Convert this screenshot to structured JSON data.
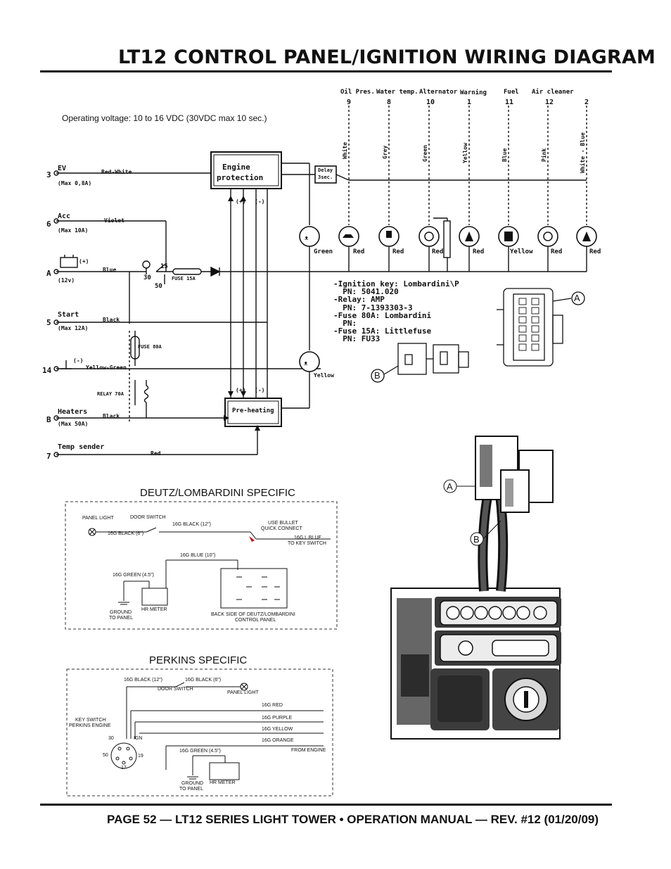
{
  "page_title": "LT12 CONTROL PANEL/IGNITION WIRING DIAGRAM",
  "footer": "PAGE 52 — LT12 SERIES LIGHT TOWER • OPERATION MANUAL — REV. #12 (01/20/09)",
  "main_diagram": {
    "operating_voltage": "Operating voltage: 10 to 16 VDC  (30VDC max 10 sec.)",
    "indicators": [
      {
        "label": "Oil Pres.",
        "num": "9",
        "wire": "White",
        "lamp": "Red"
      },
      {
        "label": "Water temp.",
        "num": "8",
        "wire": "Grey",
        "lamp": "Red"
      },
      {
        "label": "Alternator",
        "num": "10",
        "wire": "Green",
        "lamp": "Red"
      },
      {
        "label": "Warning",
        "num": "1",
        "wire": "Yellow",
        "lamp": "Red"
      },
      {
        "label": "Fuel",
        "num": "11",
        "wire": "Blue",
        "lamp": "Yellow"
      },
      {
        "label": "Air cleaner",
        "num": "12",
        "wire": "Pink",
        "lamp": "Red"
      },
      {
        "label": "",
        "num": "2",
        "wire": "White - Blue",
        "lamp": "Red"
      }
    ],
    "terminals": [
      {
        "num": "3",
        "name": "EV",
        "rating": "(Max 0,8A)",
        "wire": "Red-White"
      },
      {
        "num": "6",
        "name": "Acc",
        "rating": "(Max 10A)",
        "wire": "Violet"
      },
      {
        "num": "A",
        "name": "(+)",
        "rating": "(12v)",
        "wire": "Blue"
      },
      {
        "num": "5",
        "name": "Start",
        "rating": "(Max 12A)",
        "wire": "Black"
      },
      {
        "num": "14",
        "name": "(-)",
        "rating": "",
        "wire": "Yellow-Green"
      },
      {
        "num": "B",
        "name": "Heaters",
        "rating": "(Max 50A)",
        "wire": "Black"
      },
      {
        "num": "7",
        "name": "Temp sender",
        "rating": "",
        "wire": "Red"
      }
    ],
    "engine_protection_1": "Engine",
    "engine_protection_2": "protection",
    "delay_1": "Delay",
    "delay_2": "3sec.",
    "plus": "(+)",
    "minus": "(-)",
    "preheat_lamp_color": "Green",
    "preheat_lamp2_color": "Yellow",
    "pre_heating": "Pre-heating",
    "switch_15": "15",
    "switch_30": "30",
    "switch_50": "50",
    "fuse15": "FUSE 15A",
    "fuse80": "FUSE 80A",
    "relay": "RELAY 70A",
    "parts": [
      "-Ignition key: Lombardini\\P",
      "  PN: 5041.020",
      "-Relay: AMP",
      "  PN: 7-1393303-3",
      "-Fuse 80A: Lombardini",
      "  PN:",
      "-Fuse 15A: Littlefuse",
      "  PN: FU33"
    ],
    "callout_a": "A",
    "callout_b": "B"
  },
  "deutz": {
    "title": "DEUTZ/LOMBARDINI SPECIFIC",
    "panel_light": "PANEL LIGHT",
    "door_switch": "DOOR SWITCH",
    "black12": "16G BLACK (12\")",
    "black6": "16G BLACK (6\")",
    "bullet_1": "USE BULLET",
    "bullet_2": "QUICK CONNECT",
    "lblue_1": "16G L BLUE",
    "lblue_2": "TO KEY SWITCH",
    "blue10": "16G BLUE (10\")",
    "green45": "16G GREEN (4.5\")",
    "ground_1": "GROUND",
    "ground_2": "TO PANEL",
    "hr_meter": "HR METER",
    "back_1": "BACK SIDE OF DEUTZ/LOMBARDINI",
    "back_2": "CONTROL PANEL"
  },
  "perkins": {
    "title": "PERKINS SPECIFIC",
    "black12": "16G BLACK (12\")",
    "black6": "16G BLACK (6\")",
    "door_switch": "DOOR SWITCH",
    "panel_light": "PANEL LIGHT",
    "red": "16G RED",
    "purple": "16G PURPLE",
    "yellow": "16G YELLOW",
    "orange": "16G ORANGE",
    "from_engine": "FROM ENGINE",
    "key_1": "KEY SWITCH",
    "key_2": "PERKINS ENGINE",
    "t30": "30",
    "tign": "IGN",
    "t50": "50",
    "t19": "19",
    "t17": "17",
    "green45": "16G GREEN (4.5\")",
    "ground_1": "GROUND",
    "ground_2": "TO PANEL",
    "hr_meter": "HR METER"
  },
  "photo": {
    "callout_a": "A",
    "callout_b": "B"
  }
}
